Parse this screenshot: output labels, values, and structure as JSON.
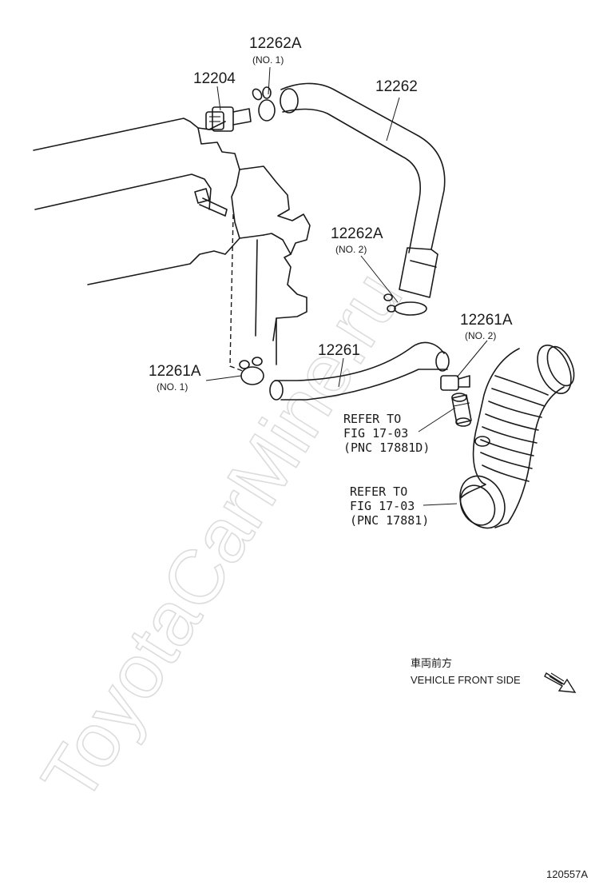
{
  "watermark": "ToyotaCarMine.ru",
  "parts": {
    "p12262A_1": {
      "number": "12262A",
      "note": "(NO. 1)"
    },
    "p12204": {
      "number": "12204"
    },
    "p12262": {
      "number": "12262"
    },
    "p12262A_2": {
      "number": "12262A",
      "note": "(NO. 2)"
    },
    "p12261A_2": {
      "number": "12261A",
      "note": "(NO. 2)"
    },
    "p12261": {
      "number": "12261"
    },
    "p12261A_1": {
      "number": "12261A",
      "note": "(NO. 1)"
    }
  },
  "refs": {
    "ref_17881D": {
      "line1": "REFER TO",
      "line2": "FIG 17-03",
      "line3": "(PNC 17881D)"
    },
    "ref_17881": {
      "line1": "REFER TO",
      "line2": "FIG 17-03",
      "line3": "(PNC 17881)"
    }
  },
  "direction": {
    "japanese": "車両前方",
    "english": "VEHICLE FRONT SIDE"
  },
  "figure_id": "120557A"
}
